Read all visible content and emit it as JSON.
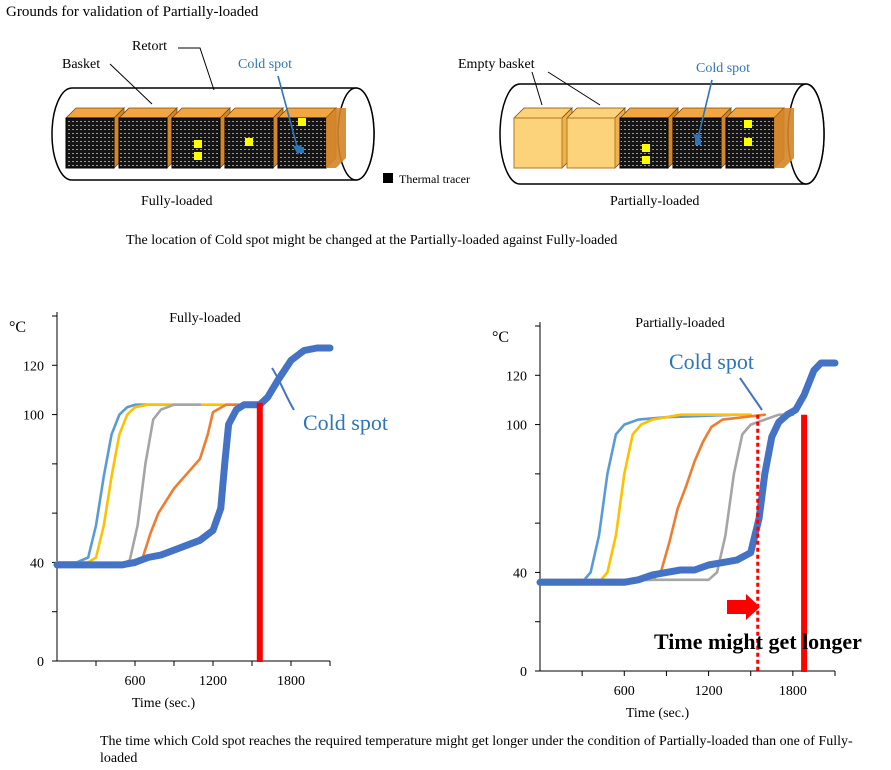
{
  "top": {
    "title": "Grounds for validation of Partially-loaded",
    "labels": {
      "basket": "Basket",
      "retort": "Retort",
      "cold_spot_left": "Cold spot",
      "empty_basket": "Empty basket",
      "cold_spot_right": "Cold spot",
      "thermal_tracer": "Thermal tracer",
      "fully_loaded": "Fully-loaded",
      "partially_loaded": "Partially-loaded"
    },
    "caption": "The location of Cold spot might be changed at the Partially-loaded against Fully-loaded",
    "colors": {
      "basket": "#F2A541",
      "empty_basket": "#FCD27A",
      "tracer": "#FFFF00",
      "cold_spot_text": "#2E75B6"
    }
  },
  "chart_data": [
    {
      "type": "line",
      "title": "Fully-loaded",
      "xlabel": "Time (sec.)",
      "ylabel": "°C",
      "xlim": [
        0,
        2100
      ],
      "ylim": [
        0,
        140
      ],
      "x_ticks": [
        600,
        1200,
        1800
      ],
      "y_ticks": [
        0,
        40,
        100,
        120
      ],
      "annotation": "Cold spot",
      "series": [
        {
          "color": "#5B9BD5",
          "x": [
            0,
            150,
            240,
            300,
            360,
            420,
            480,
            540,
            600,
            700,
            900
          ],
          "y": [
            40,
            40,
            42,
            55,
            75,
            92,
            100,
            103,
            104,
            104,
            104
          ]
        },
        {
          "color": "#FFC000",
          "x": [
            0,
            240,
            300,
            360,
            420,
            480,
            540,
            600,
            700,
            900,
            1200,
            1500
          ],
          "y": [
            40,
            40,
            42,
            55,
            75,
            92,
            100,
            103,
            104,
            104,
            104,
            104
          ]
        },
        {
          "color": "#A5A5A5",
          "x": [
            0,
            500,
            560,
            620,
            680,
            740,
            800,
            900,
            1100
          ],
          "y": [
            39,
            39,
            41,
            55,
            80,
            98,
            102,
            104,
            104
          ]
        },
        {
          "color": "#ED7D31",
          "x": [
            0,
            600,
            660,
            720,
            780,
            900,
            1000,
            1100,
            1160,
            1200,
            1300,
            1400
          ],
          "y": [
            39,
            39,
            42,
            52,
            60,
            70,
            76,
            82,
            92,
            101,
            104,
            104
          ]
        },
        {
          "color": "#4472C4",
          "width": 7,
          "x": [
            0,
            500,
            600,
            700,
            800,
            900,
            1000,
            1100,
            1200,
            1260,
            1290,
            1320,
            1380,
            1440,
            1500,
            1560,
            1620,
            1700,
            1800,
            1900,
            2000,
            2100
          ],
          "y": [
            39,
            39,
            40,
            42,
            43,
            45,
            47,
            49,
            53,
            62,
            80,
            96,
            102,
            104,
            104,
            104,
            107,
            114,
            122,
            126,
            127,
            127
          ]
        }
      ],
      "marker_x": [
        1560
      ]
    },
    {
      "type": "line",
      "title": "Partially-loaded",
      "xlabel": "Time (sec.)",
      "ylabel": "°C",
      "xlim": [
        0,
        2100
      ],
      "ylim": [
        0,
        140
      ],
      "x_ticks": [
        600,
        1200,
        1800
      ],
      "y_ticks": [
        0,
        40,
        100,
        120
      ],
      "annotation": "Cold spot",
      "note": "Time might get longer",
      "series": [
        {
          "color": "#5B9BD5",
          "x": [
            0,
            300,
            360,
            420,
            480,
            540,
            600,
            700,
            900,
            1400
          ],
          "y": [
            36,
            36,
            40,
            55,
            80,
            96,
            100,
            102,
            103,
            104
          ]
        },
        {
          "color": "#FFC000",
          "x": [
            0,
            420,
            480,
            540,
            600,
            660,
            720,
            800,
            1000,
            1500
          ],
          "y": [
            36,
            36,
            40,
            55,
            80,
            96,
            100,
            102,
            104,
            104
          ]
        },
        {
          "color": "#ED7D31",
          "x": [
            0,
            800,
            860,
            920,
            980,
            1040,
            1100,
            1160,
            1220,
            1300,
            1600
          ],
          "y": [
            36,
            37,
            40,
            52,
            66,
            75,
            85,
            93,
            99,
            102,
            104
          ]
        },
        {
          "color": "#A5A5A5",
          "x": [
            0,
            1200,
            1260,
            1320,
            1380,
            1440,
            1500,
            1600,
            1700,
            1800
          ],
          "y": [
            37,
            37,
            40,
            55,
            80,
            96,
            100,
            102,
            104,
            104
          ]
        },
        {
          "color": "#4472C4",
          "width": 7,
          "x": [
            0,
            600,
            700,
            800,
            900,
            1000,
            1100,
            1200,
            1300,
            1400,
            1500,
            1560,
            1600,
            1650,
            1700,
            1760,
            1820,
            1880,
            1950,
            2000,
            2100
          ],
          "y": [
            36,
            36,
            37,
            39,
            40,
            41,
            41,
            43,
            44,
            45,
            48,
            62,
            80,
            95,
            101,
            104,
            106,
            112,
            122,
            125,
            125
          ]
        }
      ],
      "marker_x": [
        1550,
        1880
      ]
    }
  ],
  "bottom_caption": "The time which Cold spot reaches the required temperature might get longer under the condition of Partially-loaded than one of Fully-loaded"
}
